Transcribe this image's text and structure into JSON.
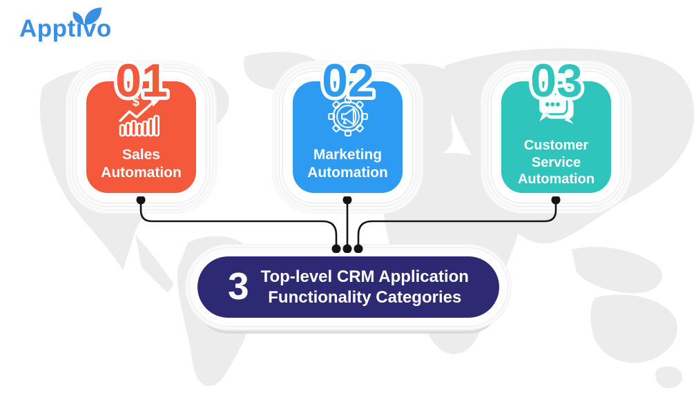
{
  "logo": {
    "text": "Apptivo",
    "color": "#3A8FE4",
    "leaf_icon": "leaf-icon"
  },
  "cards": [
    {
      "number": "01",
      "color": "#F4593B",
      "icon": "sales-growth-chart-icon",
      "title": "Sales Automation",
      "title_lines": [
        "Sales",
        "Automation"
      ]
    },
    {
      "number": "02",
      "color": "#2D9BF2",
      "icon": "megaphone-gear-icon",
      "title": "Marketing Automation",
      "title_lines": [
        "Marketing",
        "Automation"
      ]
    },
    {
      "number": "03",
      "color": "#2FC5BC",
      "icon": "chat-bubbles-icon",
      "title": "Customer Service Automation",
      "title_lines": [
        "Customer",
        "Service",
        "Automation"
      ]
    }
  ],
  "summary": {
    "number": "3",
    "lines": [
      "Top-level CRM Application",
      "Functionality Categories"
    ],
    "color": "#2E2973"
  },
  "connectors": {
    "color": "#141414"
  },
  "background": {
    "map_color": "#ececec"
  }
}
